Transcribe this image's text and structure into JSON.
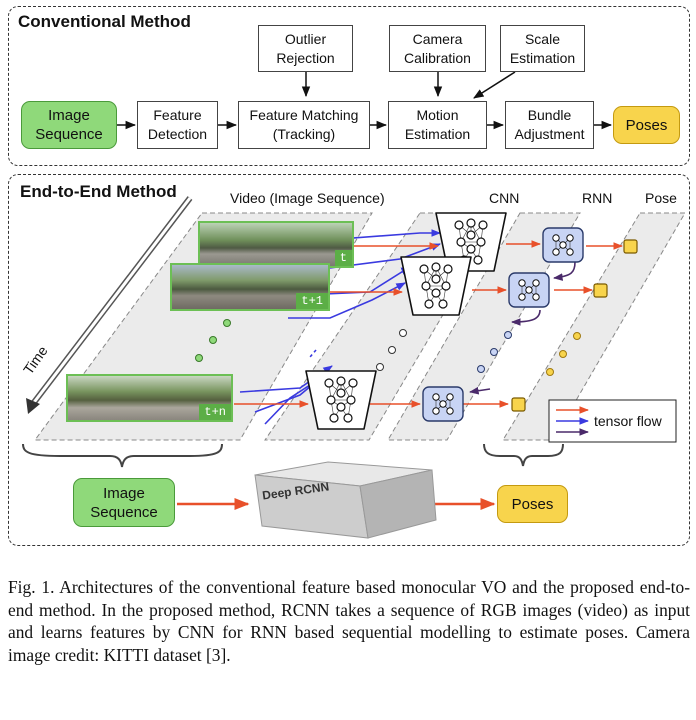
{
  "conventional": {
    "title": "Conventional Method",
    "image_sequence": "Image\nSequence",
    "feature_detection": "Feature\nDetection",
    "feature_matching": "Feature Matching\n(Tracking)",
    "outlier_rejection": "Outlier\nRejection",
    "camera_calibration": "Camera\nCalibration",
    "scale_estimation": "Scale\nEstimation",
    "motion_estimation": "Motion\nEstimation",
    "bundle_adjustment": "Bundle\nAdjustment",
    "poses": "Poses"
  },
  "end_to_end": {
    "title": "End-to-End Method",
    "video_label": "Video (Image Sequence)",
    "cnn_label": "CNN",
    "rnn_label": "RNN",
    "pose_label": "Pose",
    "time_label": "Time",
    "frame_tags": [
      "t",
      "t+1",
      "t+n"
    ],
    "legend_label": "tensor flow",
    "image_sequence": "Image\nSequence",
    "deep_rcnn": "Deep RCNN",
    "poses": "Poses"
  },
  "colors": {
    "green": "#8fd97a",
    "yellow": "#f8d44c",
    "red_arrow": "#e8502a",
    "blue_arrow": "#3a3ae0",
    "purple_arrow": "#4a2a6a",
    "node_blue": "#c8d4f4"
  },
  "caption": "Fig. 1.   Architectures of the conventional feature based monocular VO and the proposed end-to-end method. In the proposed method, RCNN takes a sequence of RGB images (video) as input and learns features by CNN for RNN based sequential modelling to estimate poses. Camera image credit: KITTI dataset [3]."
}
